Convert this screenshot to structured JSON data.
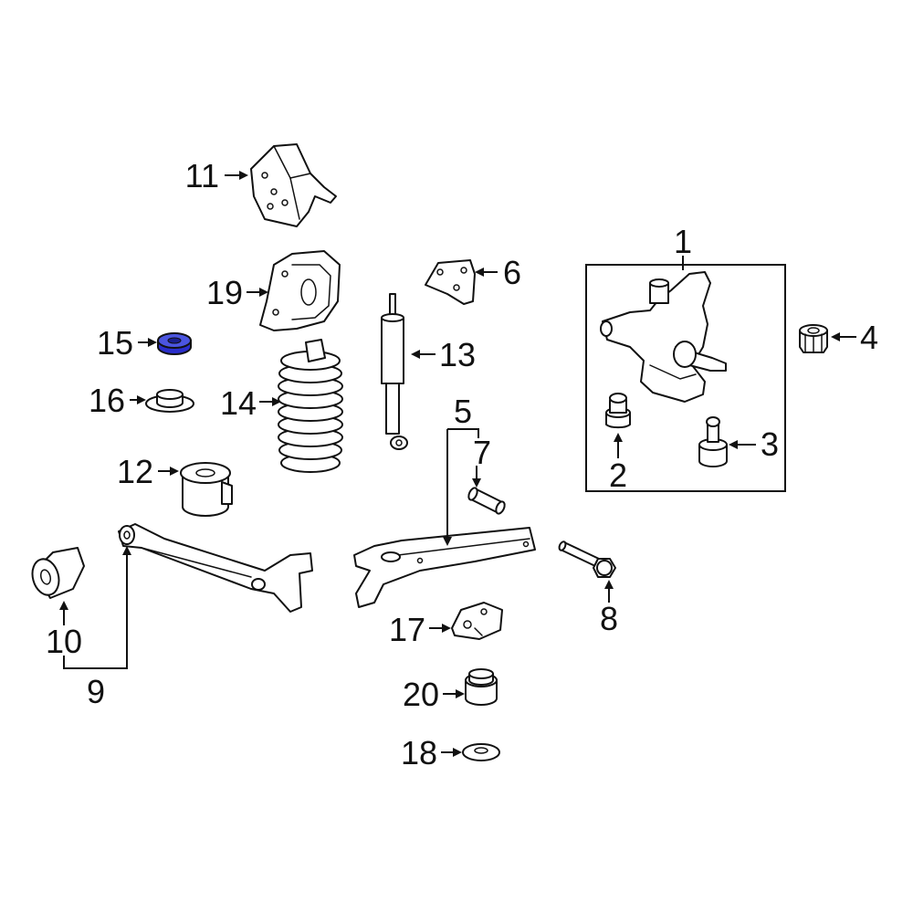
{
  "diagram": {
    "callouts": {
      "c1": "1",
      "c2": "2",
      "c3": "3",
      "c4": "4",
      "c5": "5",
      "c6": "6",
      "c7": "7",
      "c8": "8",
      "c9": "9",
      "c10": "10",
      "c11": "11",
      "c12": "12",
      "c13": "13",
      "c14": "14",
      "c15": "15",
      "c16": "16",
      "c17": "17",
      "c18": "18",
      "c19": "19",
      "c20": "20"
    },
    "highlighted_part": "15",
    "highlight_color": "#2a2ecb"
  }
}
